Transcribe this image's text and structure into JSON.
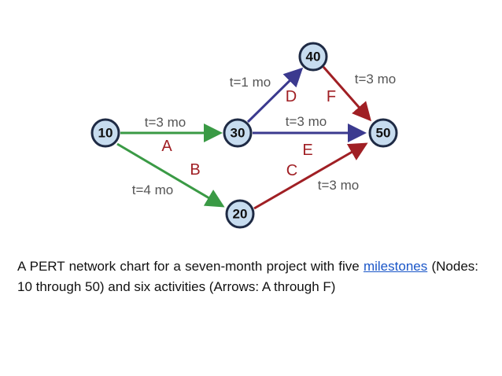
{
  "diagram": {
    "nodes": [
      {
        "id": "10",
        "label": "10"
      },
      {
        "id": "20",
        "label": "20"
      },
      {
        "id": "30",
        "label": "30"
      },
      {
        "id": "40",
        "label": "40"
      },
      {
        "id": "50",
        "label": "50"
      }
    ],
    "activities": [
      {
        "name": "A",
        "from": "10",
        "to": "30",
        "duration": "t=3 mo",
        "color": "#3a9a45"
      },
      {
        "name": "B",
        "from": "10",
        "to": "20",
        "duration": "t=4 mo",
        "color": "#3a9a45"
      },
      {
        "name": "C",
        "from": "20",
        "to": "50",
        "duration": "t=3 mo",
        "color": "#a01f24"
      },
      {
        "name": "D",
        "from": "30",
        "to": "40",
        "duration": "t=1 mo",
        "color": "#3b3a8f"
      },
      {
        "name": "E",
        "from": "30",
        "to": "50",
        "duration": "t=3 mo",
        "color": "#3b3a8f"
      },
      {
        "name": "F",
        "from": "40",
        "to": "50",
        "duration": "t=3 mo",
        "color": "#a01f24"
      }
    ]
  },
  "caption": {
    "prefix": "A PERT network chart for a seven-month project with five",
    "link": "milestones",
    "suffix": "(Nodes: 10 through 50) and six activities (Arrows: A through F)"
  },
  "colors": {
    "green": "#3a9a45",
    "blue": "#3b3a8f",
    "red": "#a01f24",
    "node_fill": "#c7dcef",
    "link": "#1a56c8"
  }
}
